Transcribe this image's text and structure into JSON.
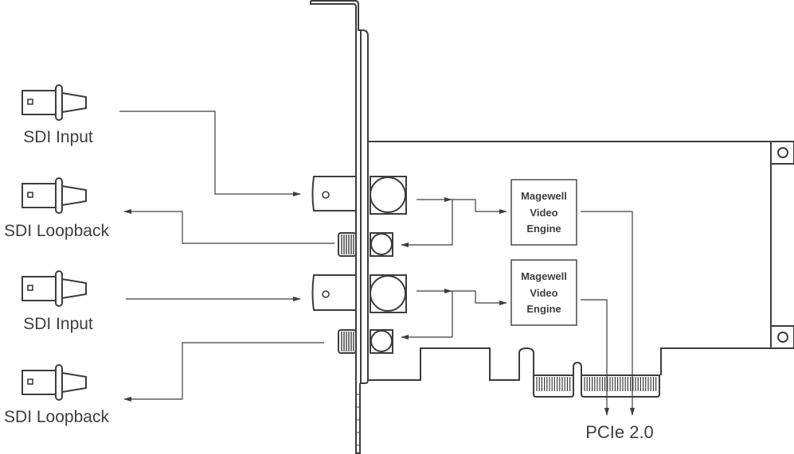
{
  "labels": {
    "input1": "SDI Input",
    "loop1": "SDI Loopback",
    "input2": "SDI Input",
    "loop2": "SDI Loopback",
    "pcie": "PCIe 2.0"
  },
  "engines": [
    {
      "line1": "Magewell",
      "line2": "Video",
      "line3": "Engine"
    },
    {
      "line1": "Magewell",
      "line2": "Video",
      "line3": "Engine"
    }
  ],
  "colors": {
    "stroke": "#3d3d3d",
    "background": "#ffffff"
  }
}
